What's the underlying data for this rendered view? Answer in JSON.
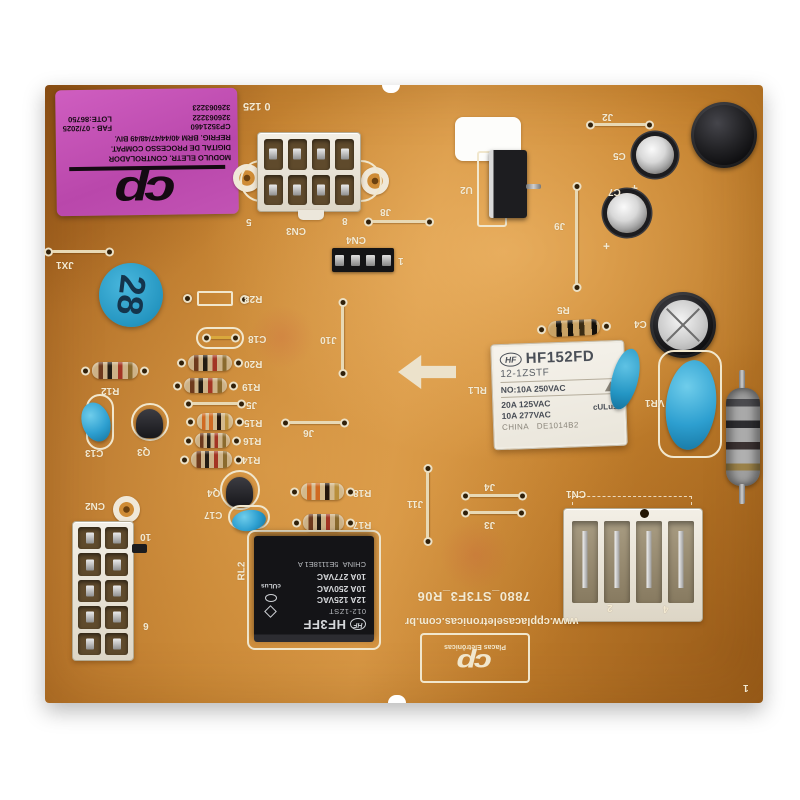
{
  "board": {
    "top_mark": "0 125",
    "corner_mark": "1",
    "qc_sticker": "28"
  },
  "product_label": {
    "logo": "cp",
    "title_line1": "MODULO ELETR. CONTROLADOR",
    "title_line2": "DIGITAL DE PROCESSO COMPAT.",
    "title_line3": "REFRIG. BRM 40/44/47/48/49 BIV.",
    "part_number": "CP3521460",
    "code_a": "326063222",
    "code_b": "326063223",
    "fab": "FAB - 07/2025",
    "lote": "LOTE:86750"
  },
  "relay_rl1": {
    "ref": "RL1",
    "brand": "HF",
    "model": "HF152FD",
    "coil": "12-1ZSTF",
    "rating_no": "NO:10A 250VAC",
    "rating_1": "20A 125VAC",
    "rating_2": "10A 277VAC",
    "cert": "cULus",
    "origin": "CHINA",
    "date_code": "DE1014B2"
  },
  "relay_rl2": {
    "ref": "RL2",
    "brand": "HF",
    "model": "HF3FF",
    "coil": "012-1ZST",
    "rating_1": "12A 125VAC",
    "rating_2": "10A 250VAC",
    "rating_3": "10A 277VAC",
    "cert": "cULus",
    "origin": "CHINA",
    "date_code": "5E1118E1 A"
  },
  "connectors": {
    "cn3": {
      "ref": "CN3",
      "first_pin": "5",
      "last_pin": "8"
    },
    "cn4": {
      "ref": "CN4",
      "first_pin": "1"
    },
    "cn2": {
      "ref": "CN2",
      "first_pin": "10",
      "last_pin": "6"
    },
    "cn1": {
      "ref": "CN1",
      "pin_2": "2",
      "pin_4": "4"
    }
  },
  "refs": {
    "u2": "U2",
    "j2": "J2",
    "j8": "J8",
    "j9": "J9",
    "c5": "C5",
    "c7": "C7",
    "plus": "+",
    "jx1": "JX1",
    "r23": "R23",
    "c18": "C18",
    "r20": "R20",
    "r19": "R19",
    "j5": "J5",
    "r15": "R15",
    "r16": "R16",
    "r14": "R14",
    "j10": "J10",
    "j6": "J6",
    "r12": "R12",
    "c13": "C13",
    "q3": "Q3",
    "q4": "Q4",
    "c17": "C17",
    "r18": "R18",
    "r17": "R17",
    "r5": "R5",
    "c4": "C4",
    "vr1": "VR1",
    "j11": "J11",
    "j4": "J4",
    "j3": "J3"
  },
  "footer": {
    "board_code": "7880_ST3F3_R06",
    "url": "www.cpplacaseletronicas.com.br",
    "logo": "cp",
    "logo_caption": "Placas Eletrônicas"
  }
}
